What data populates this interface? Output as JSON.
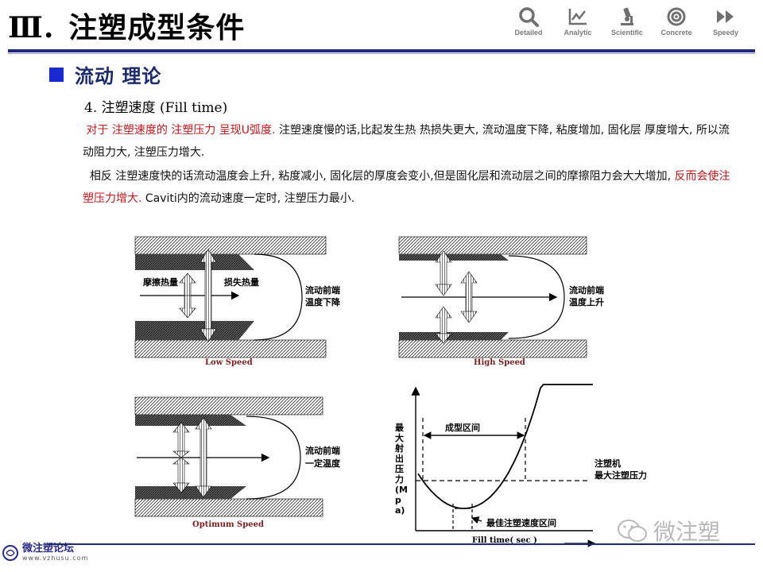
{
  "title": {
    "roman": "Ⅲ.",
    "text": "注塑成型条件"
  },
  "nav": [
    {
      "label": "Detailed",
      "icon": "magnifier-icon"
    },
    {
      "label": "Analytic",
      "icon": "line-chart-icon"
    },
    {
      "label": "Scientific",
      "icon": "microscope-icon"
    },
    {
      "label": "Concrete",
      "icon": "target-icon"
    },
    {
      "label": "Speedy",
      "icon": "fast-forward-icon"
    }
  ],
  "section": {
    "title": "流动 理论"
  },
  "subhead": "4. 注塑速度 (Fill time)",
  "paragraph1": {
    "red": "对于 注塑速度的 注塑压力 呈现U弧度.",
    "rest": " 注塑速度慢的话,比起发生热 热损失更大,   流动温度下降,  粘度增加,   固化层 厚度增大,  所以流动阻力大,  注塑压力增大."
  },
  "paragraph2": {
    "pre": "相反  注塑速度快的话流动温度会上升,  粘度减小,   固化层的厚度会变小,但是固化层和流动层之间的摩擦阻力会大大增加,  ",
    "red": "反而会使注塑压力增大.",
    "post": " Caviti内的流动速度一定时,  注塑压力最小."
  },
  "diagrams": {
    "low": {
      "label_left": "摩擦热量",
      "label_mid": "损失热量",
      "front_1": "流动前端",
      "front_2": "温度下降",
      "caption": "Low Speed"
    },
    "high": {
      "front_1": "流动前端",
      "front_2": "温度上升",
      "caption": "High Speed"
    },
    "opt": {
      "front_1": "流动前端",
      "front_2": "一定温度",
      "caption": "Optimum Speed"
    }
  },
  "chart_data": {
    "type": "line",
    "xlabel": "Fill time( sec )",
    "ylabel": "最大射出压力(Mpa)",
    "range_label": "成型区间",
    "machine_label_1": "注塑机",
    "machine_label_2": "最大注塑压力",
    "best_label": "最佳注塑速度区间",
    "curve_shape": "U"
  },
  "footer": {
    "name": "微注塑论坛",
    "url": "www.vzhusu.com"
  },
  "watermark": "微注塑"
}
